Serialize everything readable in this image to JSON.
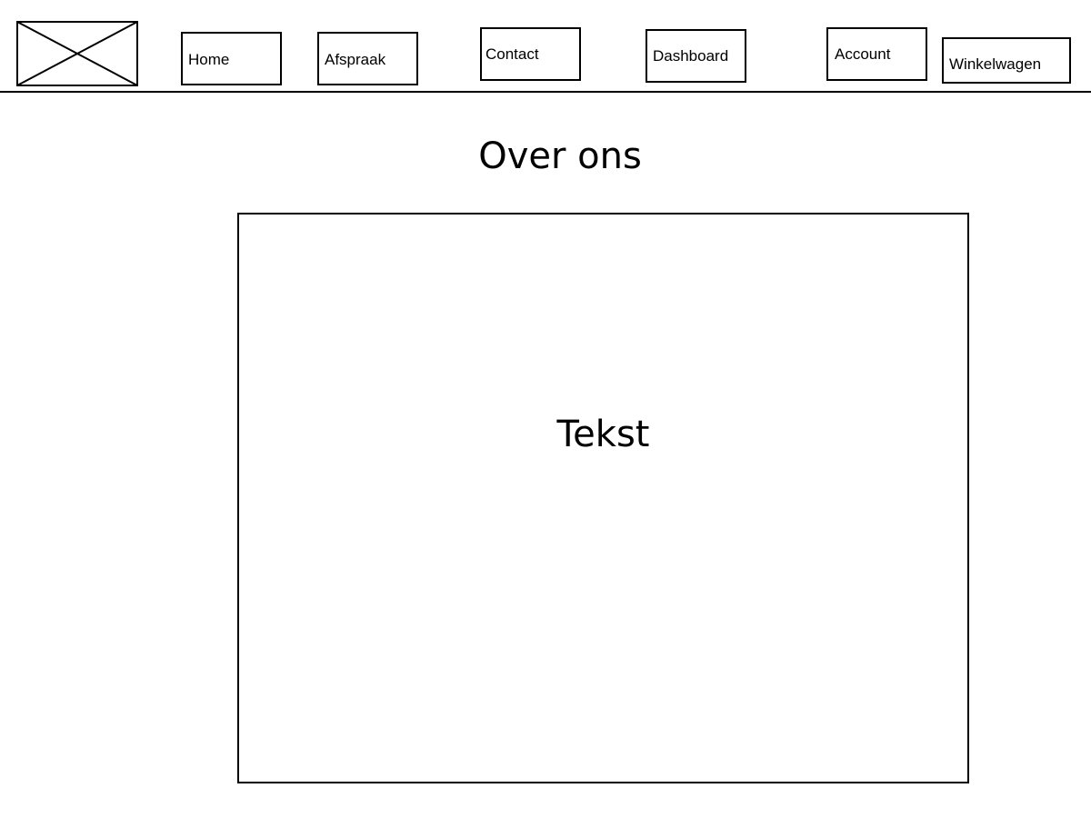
{
  "header": {
    "logo_icon": "image-placeholder-icon",
    "nav": {
      "home": "Home",
      "afspraak": "Afspraak",
      "contact": "Contact",
      "dashboard": "Dashboard",
      "account": "Account",
      "winkelwagen": "Winkelwagen"
    }
  },
  "main": {
    "title": "Over ons",
    "content_text": "Tekst"
  }
}
